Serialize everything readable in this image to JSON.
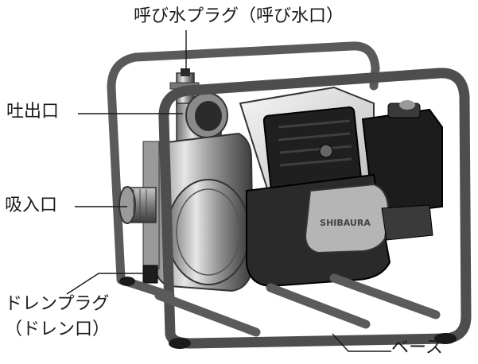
{
  "labels": {
    "priming_plug": "呼び水プラグ（呼び水口）",
    "outlet": "吐出口",
    "inlet": "吸入口",
    "drain_plug_line1": "ドレンプラグ",
    "drain_plug_line2": "（ドレン口）",
    "base": "ベース"
  },
  "engine_badge": "SHIBAURA"
}
